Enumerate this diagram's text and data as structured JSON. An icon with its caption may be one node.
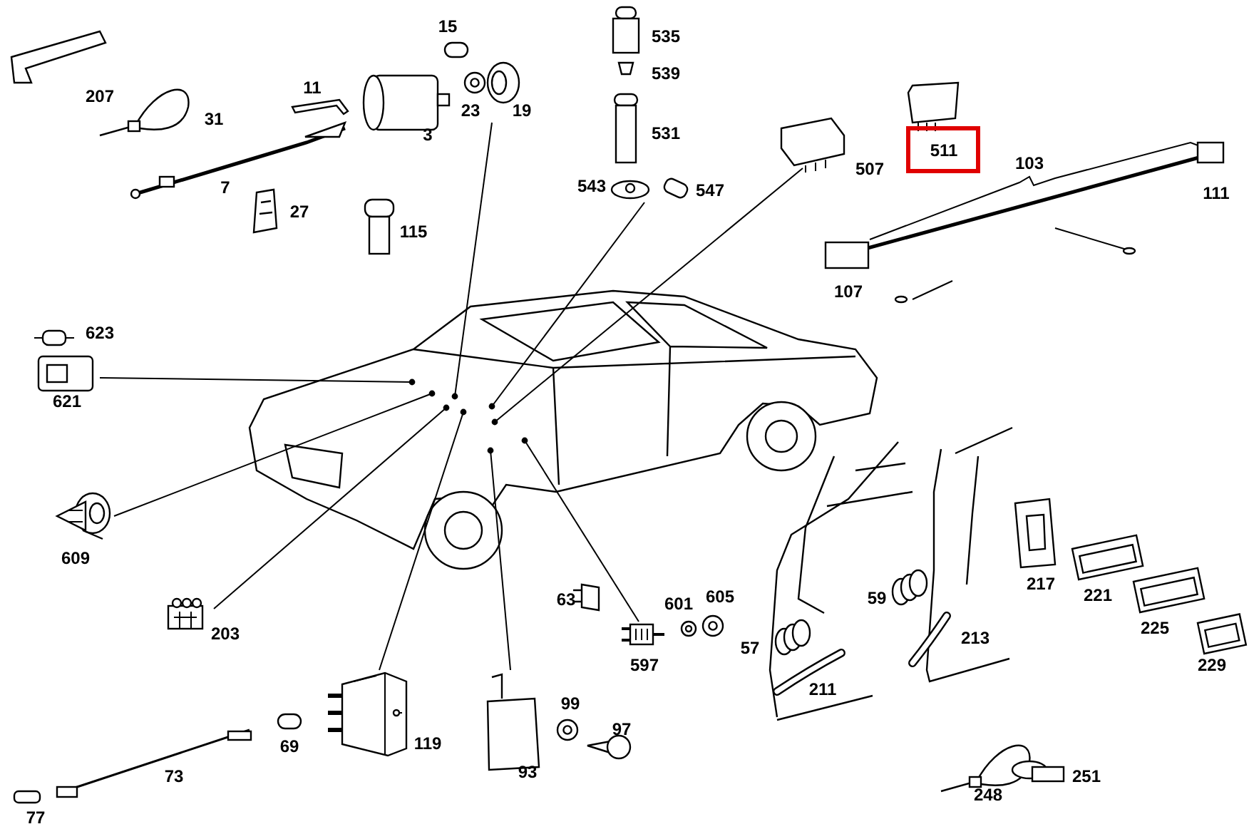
{
  "diagram": {
    "nodes": [
      {
        "text": [],
        "shape": "picture"
      },
      {
        "text": [],
        "shape": "picture",
        "beside": [
          "19"
        ]
      },
      {
        "text": [],
        "shape": "picture",
        "beside": [
          "543"
        ]
      },
      {
        "text": [],
        "shape": "picture",
        "beside": [
          "507"
        ]
      },
      {
        "text": [],
        "shape": "picture",
        "beside": [
          "621"
        ]
      },
      {
        "text": [],
        "shape": "picture",
        "beside": [
          "609"
        ]
      },
      {
        "text": [],
        "shape": "picture",
        "beside": [
          "203"
        ]
      },
      {
        "text": [],
        "shape": "picture",
        "beside": [
          "119"
        ]
      },
      {
        "text": [],
        "shape": "picture",
        "beside": [
          "93"
        ]
      },
      {
        "text": [],
        "shape": "picture",
        "beside": [
          "597"
        ]
      }
    ],
    "edges": [
      {
        "from": 1,
        "to": 0,
        "arrow": "other"
      },
      {
        "from": 2,
        "to": 0,
        "arrow": "other"
      },
      {
        "from": 3,
        "to": 0,
        "arrow": "other"
      },
      {
        "from": 4,
        "to": 0,
        "arrow": "other"
      },
      {
        "from": 5,
        "to": 0,
        "arrow": "other"
      },
      {
        "from": 6,
        "to": 0,
        "arrow": "other"
      },
      {
        "from": 7,
        "to": 0,
        "arrow": "other"
      },
      {
        "from": 8,
        "to": 0,
        "arrow": "other"
      },
      {
        "from": 9,
        "to": 0,
        "arrow": "other"
      }
    ],
    "labels": [
      "15",
      "535",
      "539",
      "207",
      "11",
      "31",
      "23",
      "3",
      "531",
      "511",
      "103",
      "111",
      "7",
      "547",
      "27",
      "115",
      "107",
      "623",
      "63",
      "601",
      "605",
      "59",
      "217",
      "221",
      "57",
      "213",
      "225",
      "211",
      "229",
      "99",
      "97",
      "69",
      "73",
      "248",
      "251",
      "77"
    ]
  }
}
